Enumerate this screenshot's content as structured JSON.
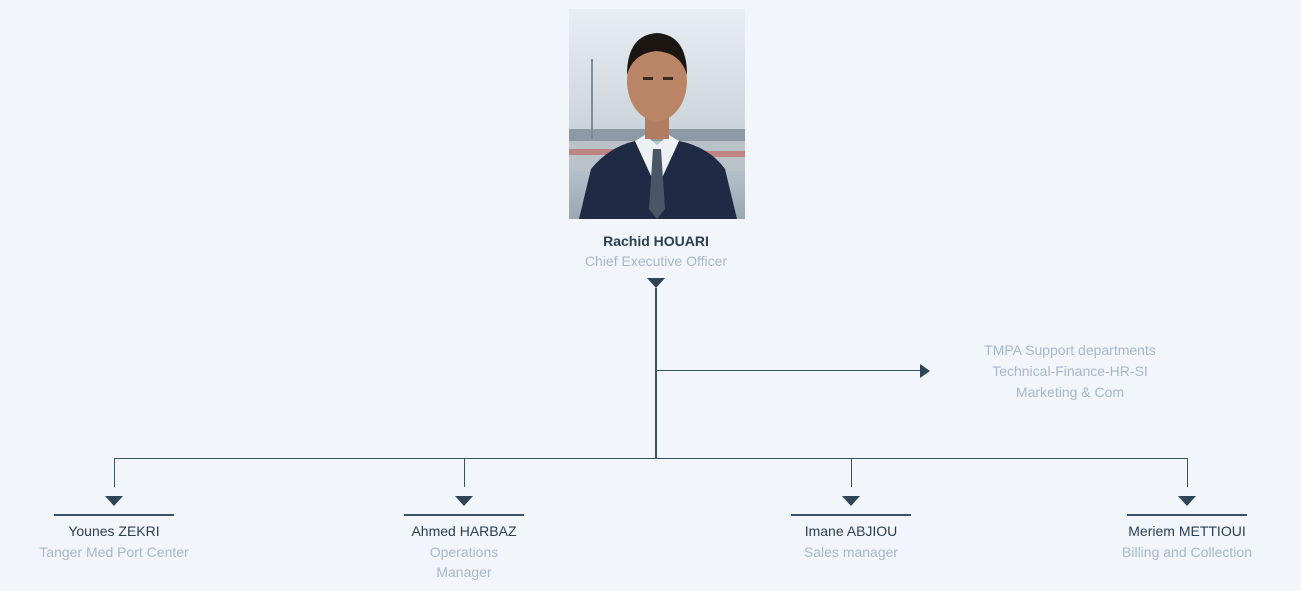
{
  "ceo": {
    "name": "Rachid HOUARI",
    "title": "Chief Executive Officer"
  },
  "support": {
    "lines": [
      "TMPA Support departments",
      "Technical-Finance-HR-SI",
      "Marketing & Com"
    ]
  },
  "reports": [
    {
      "name": "Younes ZEKRI",
      "role_lines": [
        "Tanger Med Port Center"
      ]
    },
    {
      "name": "Ahmed HARBAZ",
      "role_lines": [
        "Operations",
        "Manager"
      ]
    },
    {
      "name": "Imane ABJIOU",
      "role_lines": [
        "Sales manager"
      ]
    },
    {
      "name": "Meriem METTIOUI",
      "role_lines": [
        "Billing and Collection"
      ]
    }
  ],
  "colors": {
    "line": "#3c5163",
    "name": "#2b3f52",
    "role": "#a7b8cb",
    "background": "#f2f5f9"
  }
}
